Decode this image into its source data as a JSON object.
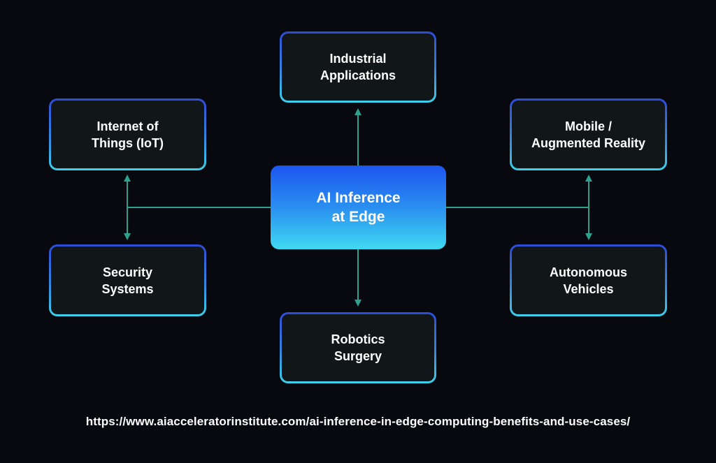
{
  "diagram": {
    "center": {
      "label": "AI Inference\nat Edge"
    },
    "nodes": {
      "industrial": {
        "label": "Industrial\nApplications"
      },
      "iot": {
        "label": "Internet of\nThings (IoT)"
      },
      "mobile": {
        "label": "Mobile /\nAugmented Reality"
      },
      "security": {
        "label": "Security\nSystems"
      },
      "autonomous": {
        "label": "Autonomous\nVehicles"
      },
      "robotics": {
        "label": "Robotics\nSurgery"
      }
    },
    "colors": {
      "background": "#07090f",
      "connector": "#2ea18e",
      "box_fill": "#111619",
      "border_top": "#2e4bd6",
      "border_bottom": "#3ed0ea",
      "center_top": "#1d55f0",
      "center_bottom": "#3fd9f2"
    }
  },
  "footer": {
    "url": "https://www.aiacceleratorinstitute.com/ai-inference-in-edge-computing-benefits-and-use-cases/"
  }
}
